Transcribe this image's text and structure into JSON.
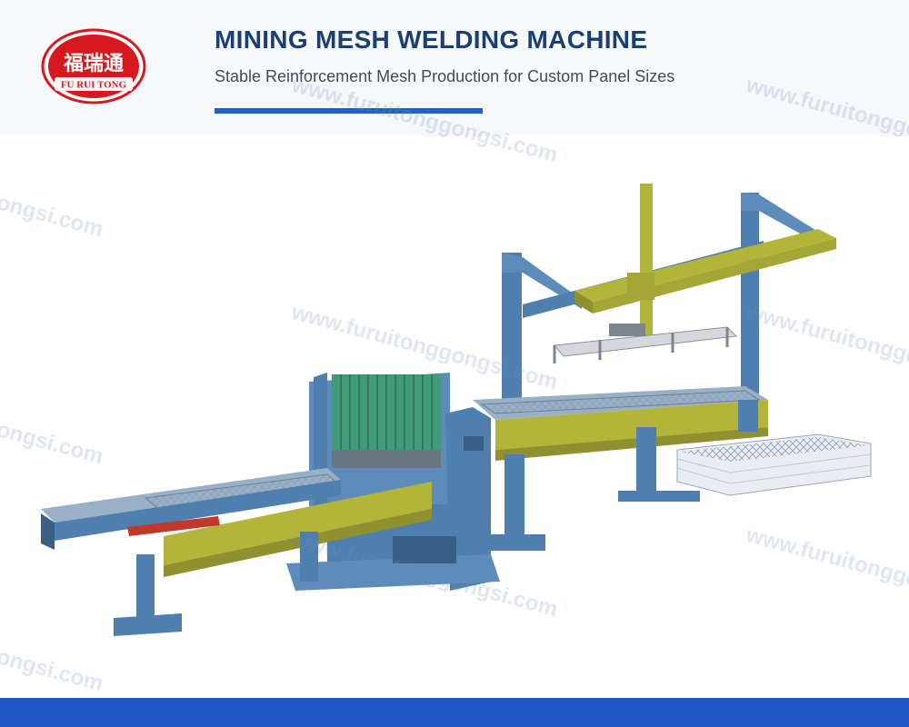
{
  "header": {
    "logo_text_cn": "福瑞通",
    "logo_text_en": "FU RUI TONG",
    "title": "MINING MESH WELDING MACHINE",
    "subtitle": "Stable Reinforcement Mesh Production for Custom Panel Sizes"
  },
  "watermark": {
    "text": "www.furuitonggongsi.com"
  },
  "colors": {
    "brand_red": "#d8181f",
    "title_blue": "#1a3f73",
    "accent_blue": "#2361c9",
    "frame_blue": "#4f7fae",
    "rail_yellow": "#b3b53a",
    "panel_green": "#3f9b7a"
  }
}
